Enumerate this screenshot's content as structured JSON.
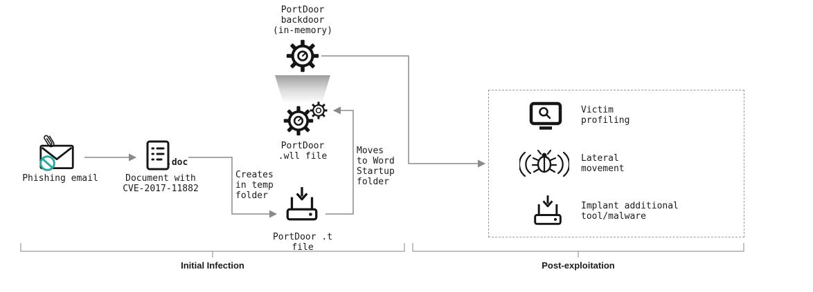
{
  "colors": {
    "ink": "#151515",
    "line_gray": "#8a8a8a",
    "accent_teal": "#2aa79b"
  },
  "nodes": {
    "backdoor": {
      "label": "PortDoor\nbackdoor\n(in-memory)",
      "icon": "gear-icon"
    },
    "wll": {
      "label": "PortDoor\n.wll file",
      "icon": "double-gear-icon"
    },
    "phishing": {
      "label": "Phishing email",
      "icon": "email-attachment-blocked-icon"
    },
    "doc": {
      "label": "Document with\nCVE-2017-11882",
      "extension_badge": ".doc",
      "icon": "document-list-icon"
    },
    "tfile": {
      "label": "PortDoor .t file",
      "icon": "drive-download-icon"
    }
  },
  "edges": {
    "creates": {
      "label": "Creates\nin temp\nfolder"
    },
    "moves": {
      "label": "Moves\nto Word\nStartup\nfolder"
    }
  },
  "post_exploitation_box": {
    "items": [
      {
        "label": "Victim\nprofiling",
        "icon": "monitor-search-icon"
      },
      {
        "label": "Lateral\nmovement",
        "icon": "bug-signal-icon"
      },
      {
        "label": "Implant additional\ntool/malware",
        "icon": "drive-download-icon"
      }
    ]
  },
  "stages": {
    "initial_infection": "Initial Infection",
    "post_exploitation": "Post-exploitation"
  }
}
